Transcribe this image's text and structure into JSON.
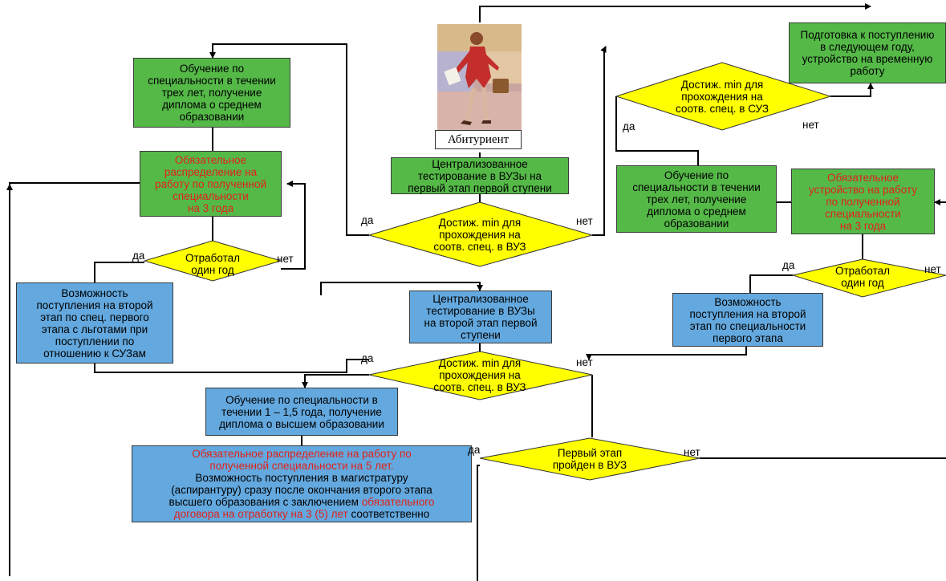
{
  "illustration": {
    "icon": "woman-with-briefcase-illustration",
    "caption": "Абитуриент"
  },
  "boxes": {
    "centralized_test_1": "Централизованное\nтестирование в ВУЗы на\nпервый этап первой ступени",
    "centralized_test_2": "Централизованное\nтестирование в ВУЗы\nна второй этап первой\nступени",
    "study_3y_left": "Обучение по\nспециальности в течении\nтрех лет, получение\nдиплома о среднем\nобразовании",
    "mandatory_distribution_left": "Обязательное\nраспределение на\nработу по полученной\nспециальности\nна 3 года",
    "admission_left": "Возможность\nпоступления на второй\nэтап по спец. первого\nэтапа с льготами при\nпоступлении по\nотношению к СУЗам",
    "prep_next_year": "Подготовка к поступлению\nв следующем году,\nустройство на временную\nработу",
    "study_3y_right": "Обучение по\nспециальности в течении\nтрех лет, получение\nдиплома о среднем\nобразовании",
    "mandatory_employment_right": "Обязательное\nустройство на работу\nпо полученной\nспециальности\nна 3 года",
    "admission_right": "Возможность\nпоступления на второй\nэтап по специальности\nпервого этапа",
    "study_1_5y": "Обучение по специальности в\nтечении 1 – 1,5 года, получение\nдиплома о высшем образовании",
    "final_red_1": "Обязательное распределение на работу по\nполученной специальности на 5 лет.",
    "final_black_1": "\nВозможность поступления в магистратуру\n(аспирантуру) сразу после окончания второго этапа\nвысшего образования с заключением ",
    "final_red_2": "обязательного\nдоговора на отработку на 3 (5) лет",
    "final_black_2": " соответственно"
  },
  "decisions": {
    "vuz_min_1": "Достиж. min для\nпрохождения на\nсоотв. спец. в ВУЗ",
    "suz_min": "Достиж. min для\nпрохождения на\nсоотв. спец. в СУЗ",
    "worked_left": "Отработал\nодин год",
    "worked_right": "Отработал\nодин год",
    "vuz_min_2": "Достиж. min для\nпрохождения на\nсоотв. спец. в ВУЗ",
    "first_stage_vuz": "Первый этап\nпройден в ВУЗ"
  },
  "labels": {
    "yes": "да",
    "no": "нет",
    "net_cut": "нет"
  },
  "colors": {
    "green_box": "#55b948",
    "blue_box": "#63a8de",
    "decision": "#ffff00",
    "red_text": "#e0231b",
    "line": "#000000"
  }
}
